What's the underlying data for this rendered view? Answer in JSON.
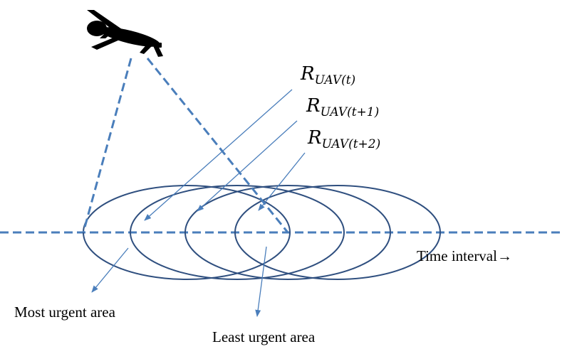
{
  "labels": {
    "r_t": {
      "base": "R",
      "sub": "UAV(t)"
    },
    "r_t1": {
      "base": "R",
      "sub": "UAV(t+1)"
    },
    "r_t2": {
      "base": "R",
      "sub": "UAV(t+2)"
    },
    "time_axis": "Time interval→",
    "most_urgent": "Most urgent area",
    "least_urgent": "Least urgent area"
  },
  "colors": {
    "line_blue": "#4a7ebb",
    "ellipse_stroke": "#2f4f7f",
    "aircraft": "#000000"
  },
  "icons": {
    "aircraft": "uav-drone-icon"
  }
}
